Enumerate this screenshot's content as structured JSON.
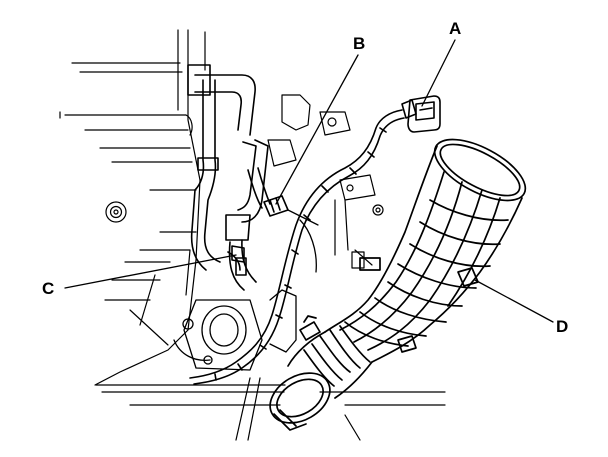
{
  "diagram": {
    "labels": {
      "a": "A",
      "b": "B",
      "c": "C",
      "d": "D"
    },
    "callouts": [
      {
        "id": "a",
        "target": "connector"
      },
      {
        "id": "b",
        "target": "hose-clamp"
      },
      {
        "id": "c",
        "target": "vacuum-hose"
      },
      {
        "id": "d",
        "target": "intake-air-duct"
      }
    ],
    "colors": {
      "ink": "#000000",
      "paper": "#ffffff"
    }
  }
}
